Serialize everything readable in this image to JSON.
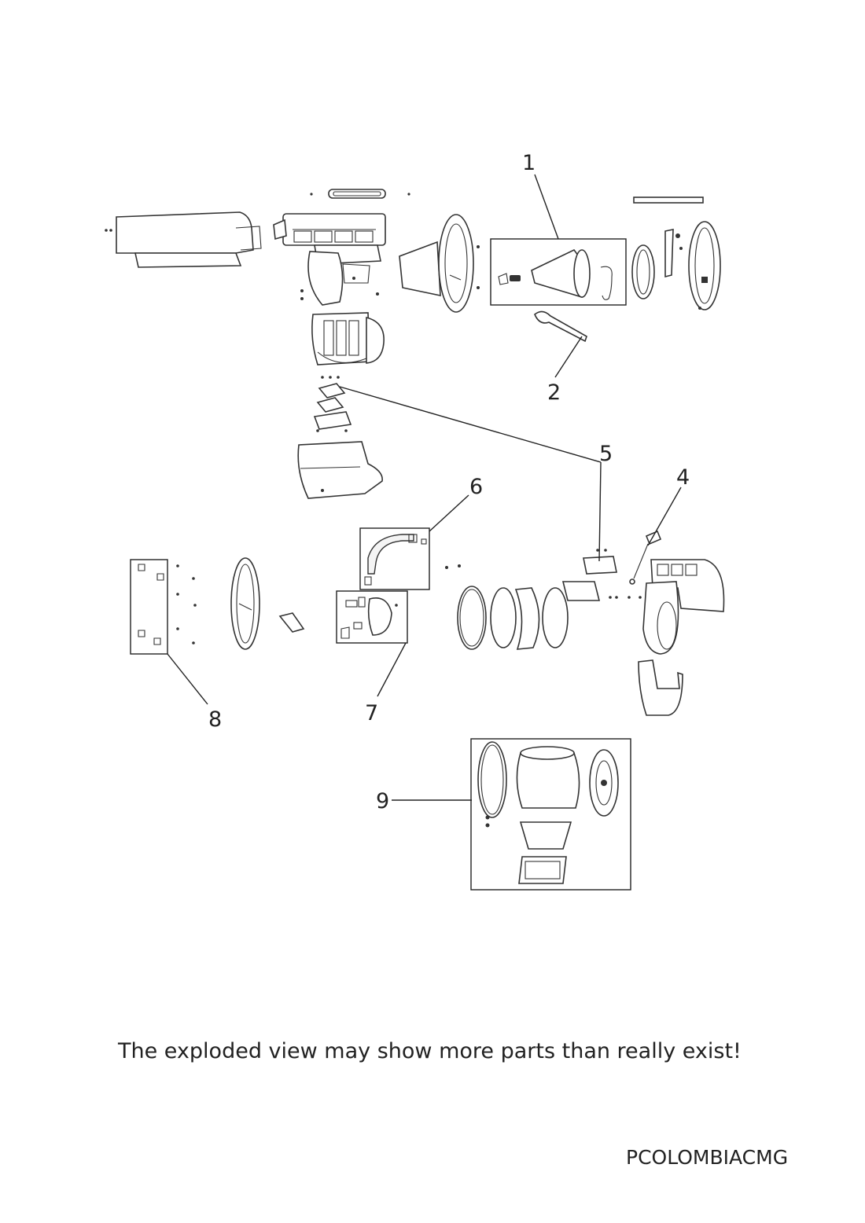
{
  "callouts": {
    "c1": "1",
    "c2": "2",
    "c4": "4",
    "c5": "5",
    "c6": "6",
    "c7": "7",
    "c8": "8",
    "c9": "9"
  },
  "disclaimer": "The exploded view may show more parts than really exist!",
  "model_code": "PCOLOMBIACMG"
}
